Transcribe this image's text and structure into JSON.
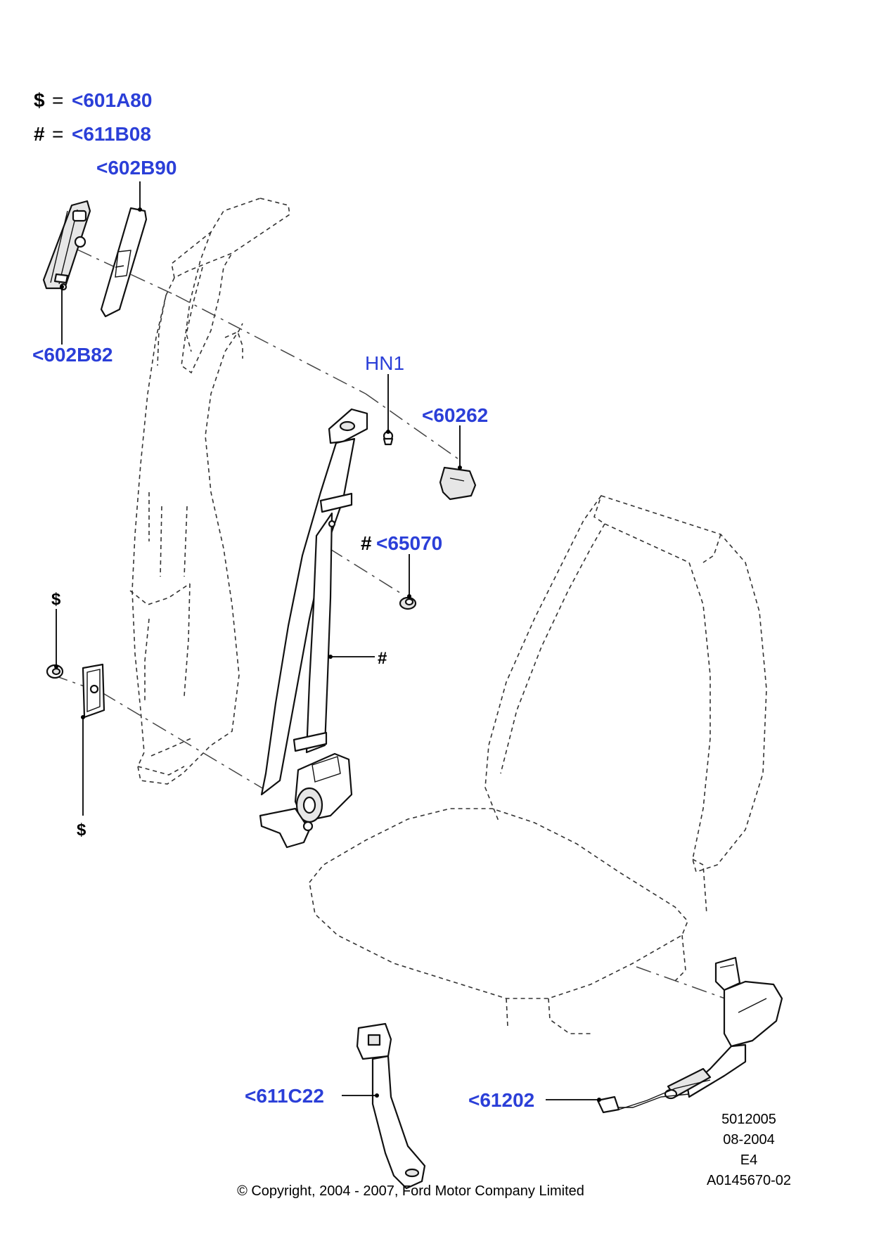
{
  "legend": {
    "dollar_symbol": "$",
    "dollar_equals": "=",
    "dollar_value": "<601A80",
    "hash_symbol": "#",
    "hash_equals": "=",
    "hash_value": "<611B08"
  },
  "callouts": {
    "c602B90": "<602B90",
    "c602B82": "<602B82",
    "hn1": "HN1",
    "c60262": "<60262",
    "c65070_prefix": "#",
    "c65070": "<65070",
    "belt_hash": "#",
    "dollar_top": "$",
    "dollar_bottom": "$",
    "c611C22": "<611C22",
    "c61202": "<61202"
  },
  "info_block": {
    "line1": "5012005",
    "line2": "08-2004",
    "line3": "E4",
    "line4": "A0145670-02"
  },
  "copyright": "© Copyright, 2004 - 2007, Ford Motor Company Limited",
  "colors": {
    "callout_blue": "#2b3fd8",
    "line_black": "#000000"
  }
}
